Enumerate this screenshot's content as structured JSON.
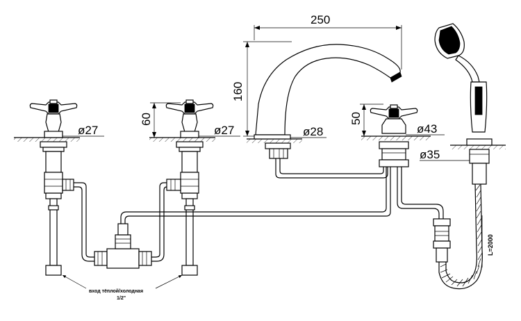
{
  "dimensions": {
    "spout_width": "250",
    "spout_height": "160",
    "spout_base_dia": "ø28",
    "valve_height": "60",
    "left_valve_dia": "ø27",
    "mid_valve_dia": "ø27",
    "diverter_height": "50",
    "diverter_dia": "ø43",
    "shower_base_dia": "ø35",
    "hose_length": "L=2000"
  },
  "notes": {
    "inlet_line1": "вход тёплой/холодная",
    "inlet_line2": "1/2\""
  }
}
